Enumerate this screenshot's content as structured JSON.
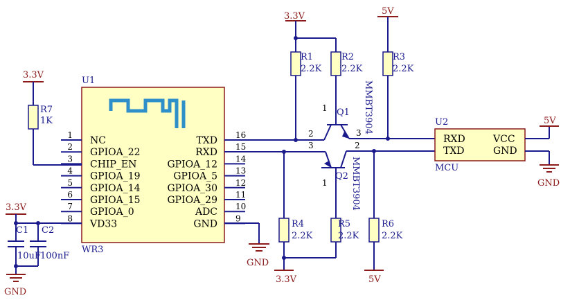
{
  "u1": {
    "ref": "U1",
    "name": "WR3",
    "left_pins": [
      {
        "num": "1",
        "label": "NC"
      },
      {
        "num": "2",
        "label": "GPIOA_22"
      },
      {
        "num": "3",
        "label": "CHIP_EN"
      },
      {
        "num": "4",
        "label": "GPIOA_19"
      },
      {
        "num": "5",
        "label": "GPIOA_14"
      },
      {
        "num": "6",
        "label": "GPIOA_15"
      },
      {
        "num": "7",
        "label": "GPIOA_0"
      },
      {
        "num": "8",
        "label": "VD33"
      }
    ],
    "right_pins": [
      {
        "num": "16",
        "label": "TXD"
      },
      {
        "num": "15",
        "label": "RXD"
      },
      {
        "num": "14",
        "label": "GPIOA_12"
      },
      {
        "num": "13",
        "label": "GPIOA_5"
      },
      {
        "num": "12",
        "label": "GPIOA_30"
      },
      {
        "num": "11",
        "label": "GPIOA_29"
      },
      {
        "num": "10",
        "label": "ADC"
      },
      {
        "num": "9",
        "label": "GND"
      }
    ]
  },
  "u2": {
    "ref": "U2",
    "name": "MCU",
    "left_pins": [
      "RXD",
      "TXD"
    ],
    "right_pins": [
      "VCC",
      "GND"
    ]
  },
  "resistors": {
    "r1": {
      "ref": "R1",
      "value": "2.2K"
    },
    "r2": {
      "ref": "R2",
      "value": "2.2K"
    },
    "r3": {
      "ref": "R3",
      "value": "2.2K"
    },
    "r4": {
      "ref": "R4",
      "value": "2.2K"
    },
    "r5": {
      "ref": "R5",
      "value": "2.2K"
    },
    "r6": {
      "ref": "R6",
      "value": "2.2K"
    },
    "r7": {
      "ref": "R7",
      "value": "1K"
    }
  },
  "capacitors": {
    "c1": {
      "ref": "C1",
      "value": "10uF"
    },
    "c2": {
      "ref": "C2",
      "value": "100nF"
    }
  },
  "transistors": {
    "q1": {
      "ref": "Q1",
      "part": "MMBT3904",
      "pin_b": "1",
      "pin_e": "2",
      "pin_c": "3"
    },
    "q2": {
      "ref": "Q2",
      "part": "MMBT3904",
      "pin_b": "1",
      "pin_e": "3",
      "pin_c": "2"
    }
  },
  "power": {
    "v33": "3.3V",
    "v5": "5V",
    "gnd": "GND"
  },
  "colors": {
    "wire": "#1a1a8c",
    "power": "#8b1a1a",
    "body": "#ffffc4"
  }
}
